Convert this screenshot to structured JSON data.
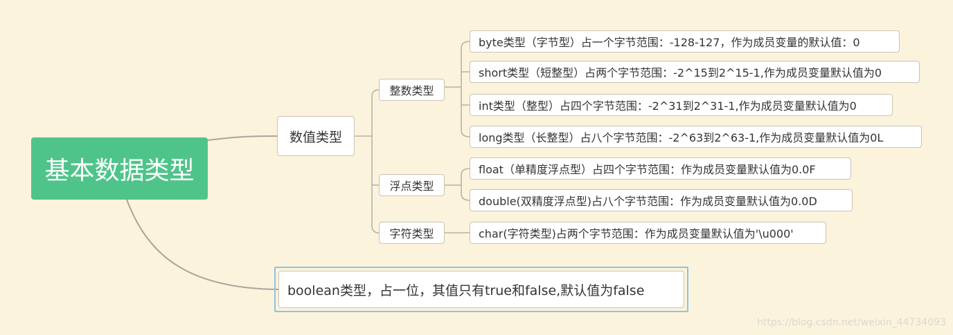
{
  "root": "基本数据类型",
  "numeric": {
    "label": "数值类型",
    "integer": {
      "label": "整数类型",
      "items": [
        "byte类型（字节型）占一个字节范围：-128-127，作为成员变量的默认值：0",
        "short类型（短整型）占两个字节范围：-2^15到2^15-1,作为成员变量默认值为0",
        "int类型（整型）占四个字节范围：-2^31到2^31-1,作为成员变量默认值为0",
        "long类型（长整型）占八个字节范围：-2^63到2^63-1,作为成员变量默认值为0L"
      ]
    },
    "float": {
      "label": "浮点类型",
      "items": [
        "float（单精度浮点型）占四个字节范围：作为成员变量默认值为0.0F",
        "double(双精度浮点型)占八个字节范围：作为成员变量默认值为0.0D"
      ]
    },
    "char": {
      "label": "字符类型",
      "items": [
        "char(字符类型)占两个字节范围：作为成员变量默认值为'\\u000'"
      ]
    }
  },
  "boolean": "boolean类型，占一位，其值只有true和false,默认值为false",
  "watermark": "https://blog.csdn.net/weixin_44734093",
  "colors": {
    "background": "#fbf3dc",
    "root_fill": "#4fc48a",
    "connector": "#aaa59b",
    "selection_border": "#8fc1e6"
  }
}
